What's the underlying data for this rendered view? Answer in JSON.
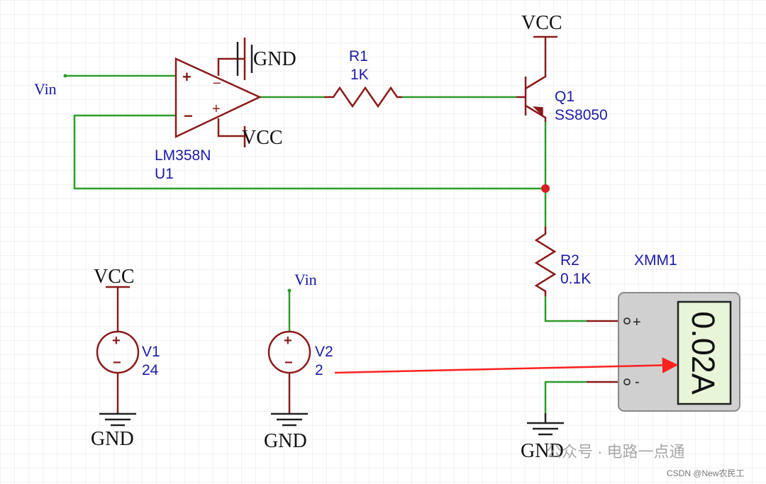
{
  "labels": {
    "vin_input": "Vin",
    "opamp_gnd": "GND",
    "opamp_vcc": "VCC",
    "opamp_part": "LM358N",
    "opamp_ref": "U1",
    "r1_ref": "R1",
    "r1_value": "1K",
    "q1_vcc": "VCC",
    "q1_ref": "Q1",
    "q1_part": "SS8050",
    "r2_ref": "R2",
    "r2_value": "0.1K",
    "meter_ref": "XMM1",
    "meter_reading": "0.02A",
    "meter_plus": "+",
    "meter_minus": "-",
    "v1_vcc": "VCC",
    "v1_ref": "V1",
    "v1_value": "24",
    "v1_gnd": "GND",
    "v2_vin": "Vin",
    "v2_ref": "V2",
    "v2_value": "2",
    "v2_gnd": "GND",
    "meter_gnd": "GND",
    "opamp_in_plus": "+",
    "opamp_in_minus": "−",
    "opamp_mirror_minus": "−",
    "opamp_mirror_plus": "+",
    "src_plus": "+",
    "src_minus": "−"
  },
  "watermark": {
    "wechat": "公众号 · 电路一点通",
    "csdn": "CSDN @New农民工"
  },
  "colors": {
    "wire": "#2a9d2a",
    "component": "#8b1a1a",
    "label_blue": "#1a1aa8",
    "junction": "#d42020",
    "arrow": "#ff2020",
    "meter_body": "#d0d0d0",
    "meter_display": "#e8f5d8"
  }
}
